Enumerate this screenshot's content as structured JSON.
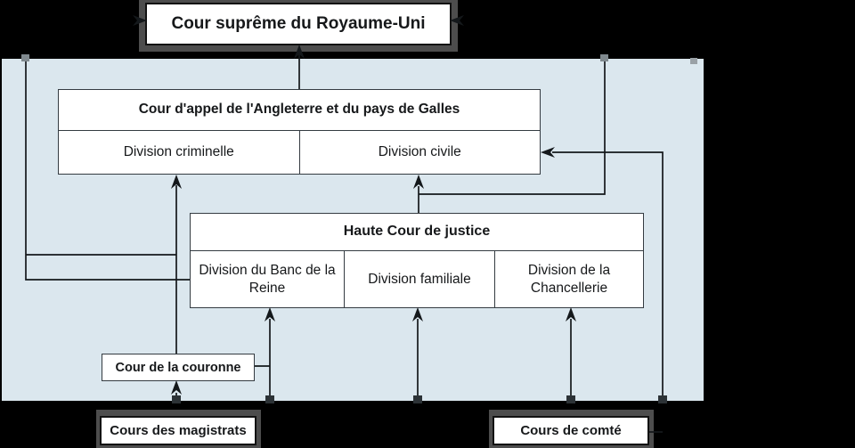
{
  "supreme_court": {
    "label": "Cour suprême du Royaume-Uni"
  },
  "court_of_appeal": {
    "header": "Cour d'appel de l'Angleterre et du pays de Galles",
    "divisions": [
      "Division criminelle",
      "Division civile"
    ]
  },
  "high_court": {
    "header": "Haute Cour de justice",
    "divisions": [
      "Division du Banc de la Reine",
      "Division familiale",
      "Division de la Chancellerie"
    ]
  },
  "crown_court": {
    "label": "Cour de la couronne"
  },
  "magistrates_courts": {
    "label": "Cours des magistrats"
  },
  "county_courts": {
    "label": "Cours de comté"
  },
  "colors": {
    "background": "#000000",
    "panel": "#dbe7ee",
    "box_fill": "#ffffff",
    "box_border": "#343b41",
    "heavy_frame": "#4d4d4d",
    "line": "#14181b"
  }
}
